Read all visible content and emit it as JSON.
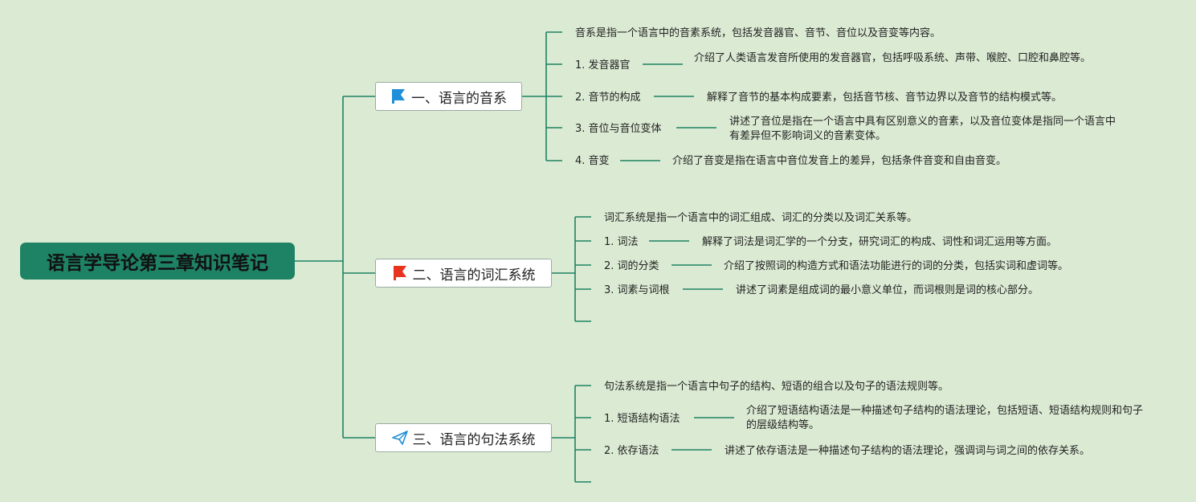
{
  "title": "语言学导论第三章知识笔记",
  "colors": {
    "line": "#1e8264",
    "root_bg": "#1e8264",
    "background": "#dbead3"
  },
  "branches": [
    {
      "label": "一、语言的音系",
      "icon": "blue-flag-icon",
      "summary": "音系是指一个语言中的音素系统，包括发音器官、音节、音位以及音变等内容。",
      "items": [
        {
          "label": "1. 发音器官",
          "desc": "介绍了人类语言发音所使用的发音器官，包括呼吸系统、声带、喉腔、口腔和鼻腔等。"
        },
        {
          "label": "2. 音节的构成",
          "desc": "解释了音节的基本构成要素，包括音节核、音节边界以及音节的结构模式等。"
        },
        {
          "label": "3. 音位与音位变体",
          "desc": "讲述了音位是指在一个语言中具有区别意义的音素，以及音位变体是指同一个语言中有差异但不影响词义的音素变体。"
        },
        {
          "label": "4. 音变",
          "desc": "介绍了音变是指在语言中音位发音上的差异，包括条件音变和自由音变。"
        }
      ]
    },
    {
      "label": "二、语言的词汇系统",
      "icon": "red-flag-icon",
      "summary": "词汇系统是指一个语言中的词汇组成、词汇的分类以及词汇关系等。",
      "items": [
        {
          "label": "1. 词法",
          "desc": "解释了词法是词汇学的一个分支，研究词汇的构成、词性和词汇运用等方面。"
        },
        {
          "label": "2. 词的分类",
          "desc": "介绍了按照词的构造方式和语法功能进行的词的分类，包括实词和虚词等。"
        },
        {
          "label": "3. 词素与词根",
          "desc": "讲述了词素是组成词的最小意义单位，而词根则是词的核心部分。"
        }
      ]
    },
    {
      "label": "三、语言的句法系统",
      "icon": "paper-plane-icon",
      "summary": "句法系统是指一个语言中句子的结构、短语的组合以及句子的语法规则等。",
      "items": [
        {
          "label": "1. 短语结构语法",
          "desc": "介绍了短语结构语法是一种描述句子结构的语法理论，包括短语、短语结构规则和句子的层级结构等。"
        },
        {
          "label": "2. 依存语法",
          "desc": "讲述了依存语法是一种描述句子结构的语法理论，强调词与词之间的依存关系。"
        }
      ]
    }
  ]
}
